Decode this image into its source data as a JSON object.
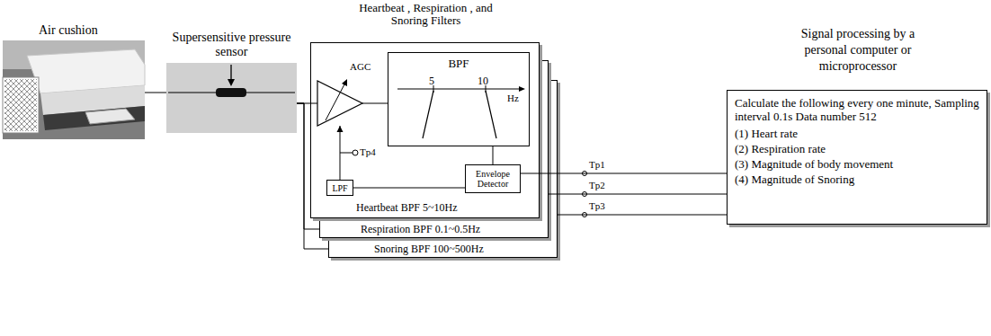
{
  "diagram": {
    "nodes": [
      {
        "text": [
          "Air cushion"
        ]
      },
      {
        "text": [
          "Supersensitive pressure sensor"
        ]
      },
      {
        "text": [
          "Heartbeat , Respiration , and Snoring Filters",
          "Heartbeat BPF 5~10Hz"
        ]
      },
      {
        "text": [
          "Respiration BPF 0.1~0.5Hz"
        ]
      },
      {
        "text": [
          "Snoring BPF 100~500Hz"
        ]
      },
      {
        "text": [
          "BPF",
          "5",
          "10",
          "Hz"
        ],
        "in": 2
      },
      {
        "text": [
          "AGC"
        ],
        "in": 2
      },
      {
        "text": [
          "Envelope Detector"
        ],
        "in": 2
      },
      {
        "text": [
          "LPF"
        ],
        "in": 2
      },
      {
        "text": [
          "Signal processing by a personal computer or microprocessor",
          "Calculate the following every one minute, Sampling interval 0.1s Data number 512",
          "(1) Heart rate",
          "(2) Respiration rate",
          "(3) Magnitude of body movement",
          "(4) Magnitude of Snoring"
        ]
      }
    ],
    "edges": [
      {
        "from": 0,
        "to": 1,
        "arrow": "none"
      },
      {
        "from": 1,
        "to": 2,
        "arrow": "none"
      },
      {
        "from": 1,
        "to": 3,
        "arrow": "none"
      },
      {
        "from": 1,
        "to": 4,
        "arrow": "none"
      },
      {
        "from": 6,
        "to": 5,
        "arrow": "none"
      },
      {
        "from": 5,
        "to": 7,
        "arrow": "none"
      },
      {
        "from": 7,
        "to": 8,
        "arrow": "none"
      },
      {
        "from": 8,
        "to": 6,
        "arrow": "to"
      },
      {
        "from": 7,
        "to": 9,
        "arrow": "none"
      },
      {
        "from": 3,
        "to": 9,
        "arrow": "none"
      },
      {
        "from": 4,
        "to": 9,
        "arrow": "none"
      }
    ],
    "labels": [
      "Tp4",
      "Tp1",
      "Tp2",
      "Tp3"
    ]
  }
}
